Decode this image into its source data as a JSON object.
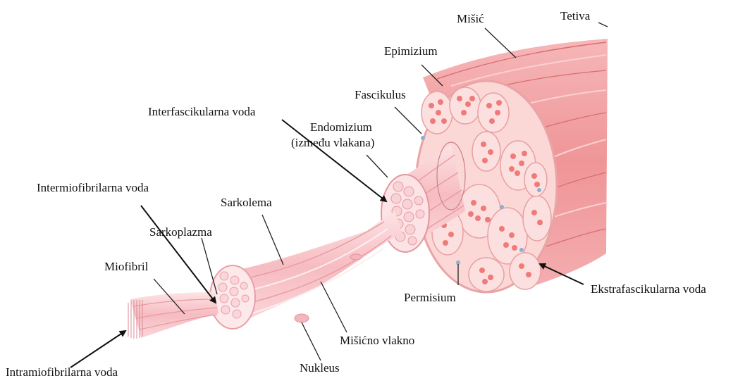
{
  "colors": {
    "muscle_base": "#f19a9c",
    "muscle_light": "#f8c6c7",
    "muscle_dark": "#d96c73",
    "fiber_base": "#f7c2c6",
    "fiber_light": "#fde3e5",
    "fiber_dark": "#e89aa2",
    "fascicle_dot": "#f07a7a",
    "fascicle_bg": "#fbd7d6",
    "blue_spot": "#8ab0d2",
    "line": "#222222"
  },
  "labels": {
    "misic": "Mišić",
    "tetiva": "Tetiva",
    "epimizium": "Epimizium",
    "fascikulus": "Fascikulus",
    "interfascikularna_voda": "Interfascikularna voda",
    "endomizium_line1": "Endomizium",
    "endomizium_line2": "(između vlakana)",
    "intermiofibrilarna_voda": "Intermiofibrilarna voda",
    "sarkolema": "Sarkolema",
    "sarkoplazma": "Sarkoplazma",
    "miofibril": "Miofibril",
    "permisium": "Permisium",
    "ekstrafascikularna_voda": "Ekstrafascikularna voda",
    "misicno_vlakno": "Mišićno vlakno",
    "nukleus": "Nukleus",
    "intramiofibrilarna_voda": "Intramiofibrilarna voda"
  }
}
